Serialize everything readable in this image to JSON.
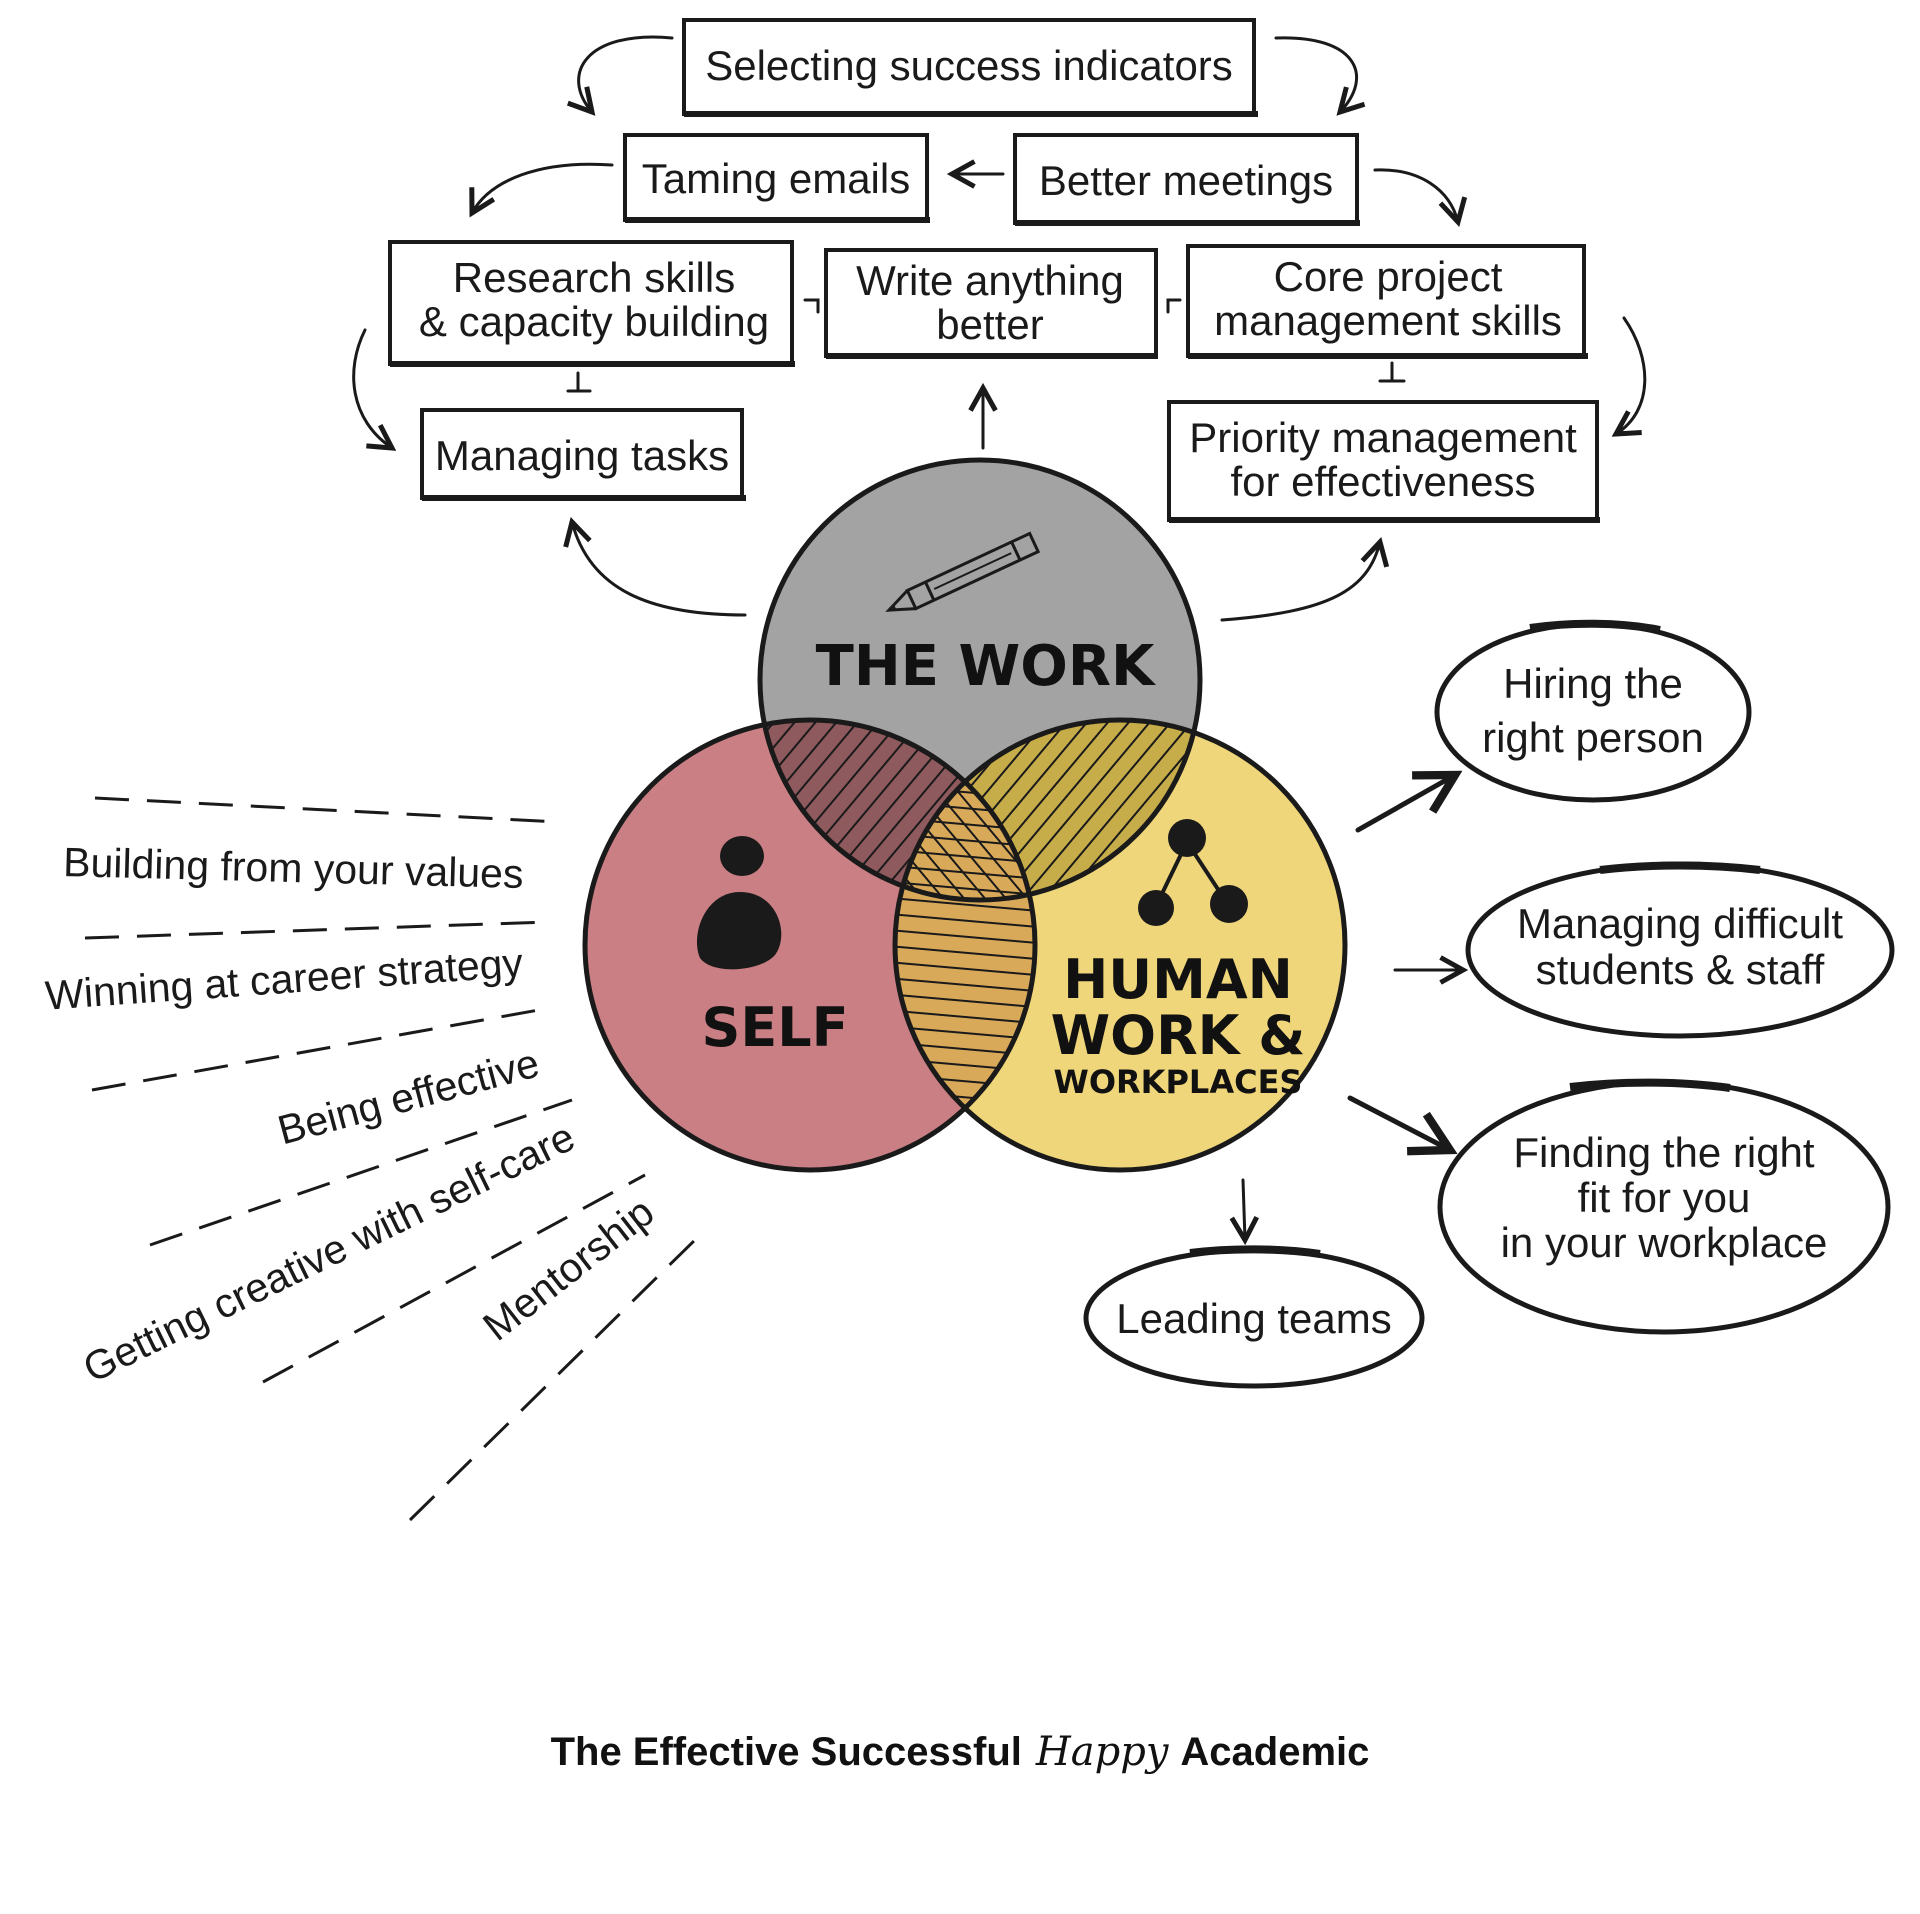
{
  "colors": {
    "work": "#a3a3a3",
    "self": "#c97f83",
    "human": "#efd67a",
    "ink": "#1a1a1a"
  },
  "boxes": {
    "selecting": "Selecting success indicators",
    "taming": "Taming emails",
    "meetings": "Better meetings",
    "research": [
      "Research skills",
      "& capacity building"
    ],
    "write": [
      "Write anything",
      "better"
    ],
    "core": [
      "Core project",
      "management skills"
    ],
    "tasks": "Managing tasks",
    "priority": [
      "Priority management",
      "for effectiveness"
    ]
  },
  "circles": {
    "work": {
      "title": "THE WORK",
      "icon": "pencil-icon"
    },
    "self": {
      "title": "SELF",
      "icon": "person-icon"
    },
    "human": {
      "title_line1": "HUMAN",
      "title_line2": "WORK &",
      "title_line3": "WORKPLACES",
      "icon": "network-icon"
    }
  },
  "self_items": [
    "Building from your values",
    "Winning at career strategy",
    "Being effective",
    "Getting creative with self-care",
    "Mentorship"
  ],
  "human_items": {
    "hiring": [
      "Hiring the",
      "right person"
    ],
    "difficult": [
      "Managing difficult",
      "students & staff"
    ],
    "fit": [
      "Finding the right",
      "fit for you",
      "in your workplace"
    ],
    "teams": "Leading teams"
  },
  "footer": {
    "part1": "The Effective Successful",
    "part2": "Happy",
    "part3": "Academic"
  }
}
